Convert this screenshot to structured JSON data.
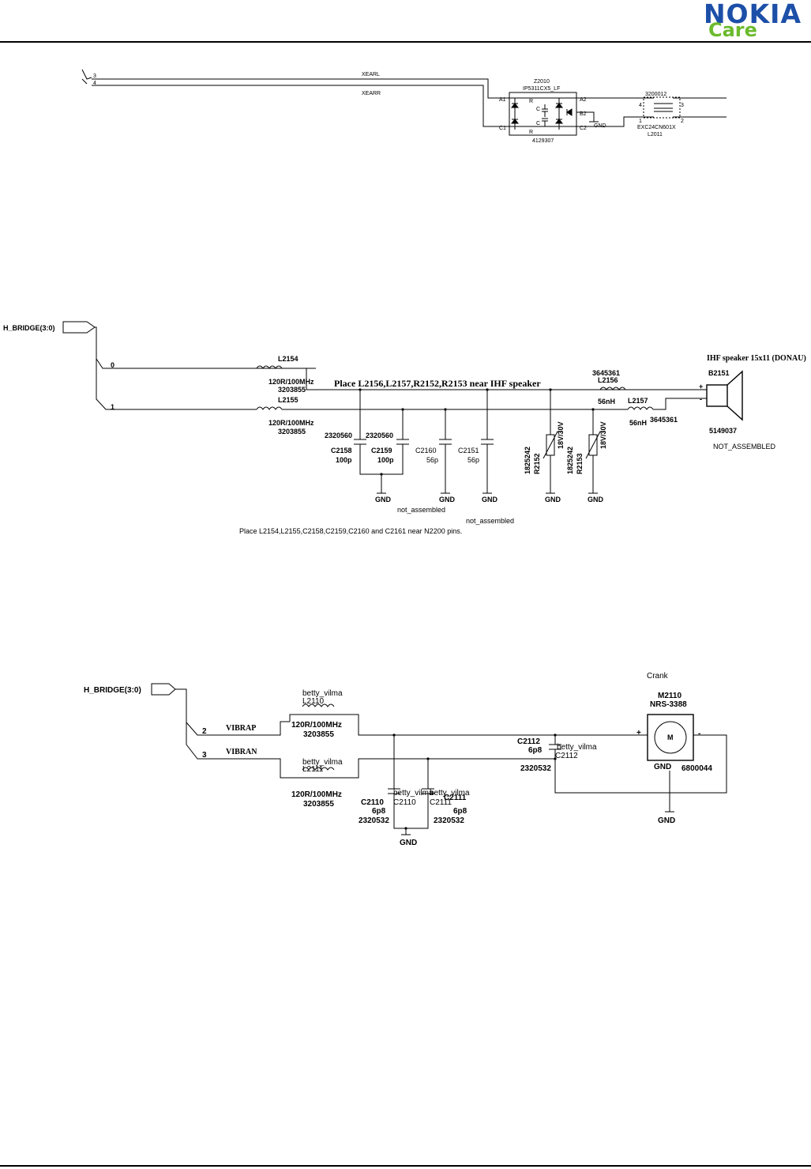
{
  "brand": {
    "name": "NOKIA",
    "sub": "Care",
    "color_primary": "#1c4fa8",
    "color_secondary": "#6bbb2d"
  },
  "diagram1": {
    "pin3": "3",
    "pin4": "4",
    "net_l": "XEARL",
    "net_r": "XEARR",
    "z_ref": "Z2010",
    "z_part": "IP5311CX5_LF",
    "z_code": "4129307",
    "pin_a1": "A1",
    "pin_a2": "A2",
    "pin_b2": "B2",
    "pin_c1": "C1",
    "pin_c2": "C2",
    "r_label": "R",
    "c_label": "C",
    "gnd": "GND",
    "f_code": "3200012",
    "f_part": "EXC24CN601X",
    "f_ref": "L2011",
    "f_p1": "1",
    "f_p2": "2",
    "f_p3": "3",
    "f_p4": "4"
  },
  "diagram2": {
    "bus": "H_BRIDGE(3:0)",
    "bit0": "0",
    "bit1": "1",
    "l2154": {
      "ref": "L2154",
      "val": "120R/100MHz",
      "code": "3203855"
    },
    "l2155": {
      "ref": "L2155",
      "val": "120R/100MHz",
      "code": "3203855"
    },
    "note_place": "Place L2156,L2157,R2152,R2153 near IHF speaker",
    "l2156": {
      "code": "3645361",
      "ref": "L2156",
      "val": "56nH"
    },
    "l2157": {
      "ref": "L2157",
      "val": "56nH",
      "code": "3645361"
    },
    "speaker_title": "IHF speaker 15x11 (DONAU)",
    "speaker_ref": "B2151",
    "speaker_code": "5149037",
    "speaker_status": "NOT_ASSEMBLED",
    "plus": "+",
    "minus": "-",
    "c2158": {
      "code": "2320560",
      "ref": "C2158",
      "val": "100p"
    },
    "c2159": {
      "code": "2320560",
      "ref": "C2159",
      "val": "100p"
    },
    "c2160": {
      "ref": "C2160",
      "val": "56p"
    },
    "c2151": {
      "ref": "C2151",
      "val": "56p"
    },
    "r2152": {
      "code": "1825242",
      "ref": "R2152",
      "val": "18V/30V"
    },
    "r2153": {
      "code": "1825242",
      "ref": "R2153",
      "val": "18V/30V"
    },
    "gnd": "GND",
    "not_assembled": "not_assembled",
    "note_bottom": "Place L2154,L2155,C2158,C2159,C2160 and C2161 near N2200 pins."
  },
  "diagram3": {
    "bus": "H_BRIDGE(3:0)",
    "bit2": "2",
    "bit3": "3",
    "net_p": "VIBRAP",
    "net_n": "VIBRAN",
    "l2110": {
      "lib": "betty_vilma",
      "ref": "L2110",
      "val": "120R/100MHz",
      "code": "3203855"
    },
    "l2111": {
      "lib": "betty_vilma",
      "ref": "L2111",
      "val": "120R/100MHz",
      "code": "3203855"
    },
    "c2110": {
      "ref": "C2110",
      "val": "6p8",
      "code": "2320532",
      "lib": "betty_vilma"
    },
    "c2111": {
      "ref": "C2111",
      "val": "6p8",
      "code": "2320532",
      "lib": "betty_vilma"
    },
    "c2112": {
      "ref": "C2112",
      "val": "6p8",
      "code": "2320532",
      "lib": "betty_vilma"
    },
    "motor_title": "Crank",
    "motor_ref": "M2110",
    "motor_part": "NRS-3388",
    "motor_letter": "M",
    "motor_code": "6800044",
    "plus": "+",
    "minus": "-",
    "gnd": "GND"
  }
}
